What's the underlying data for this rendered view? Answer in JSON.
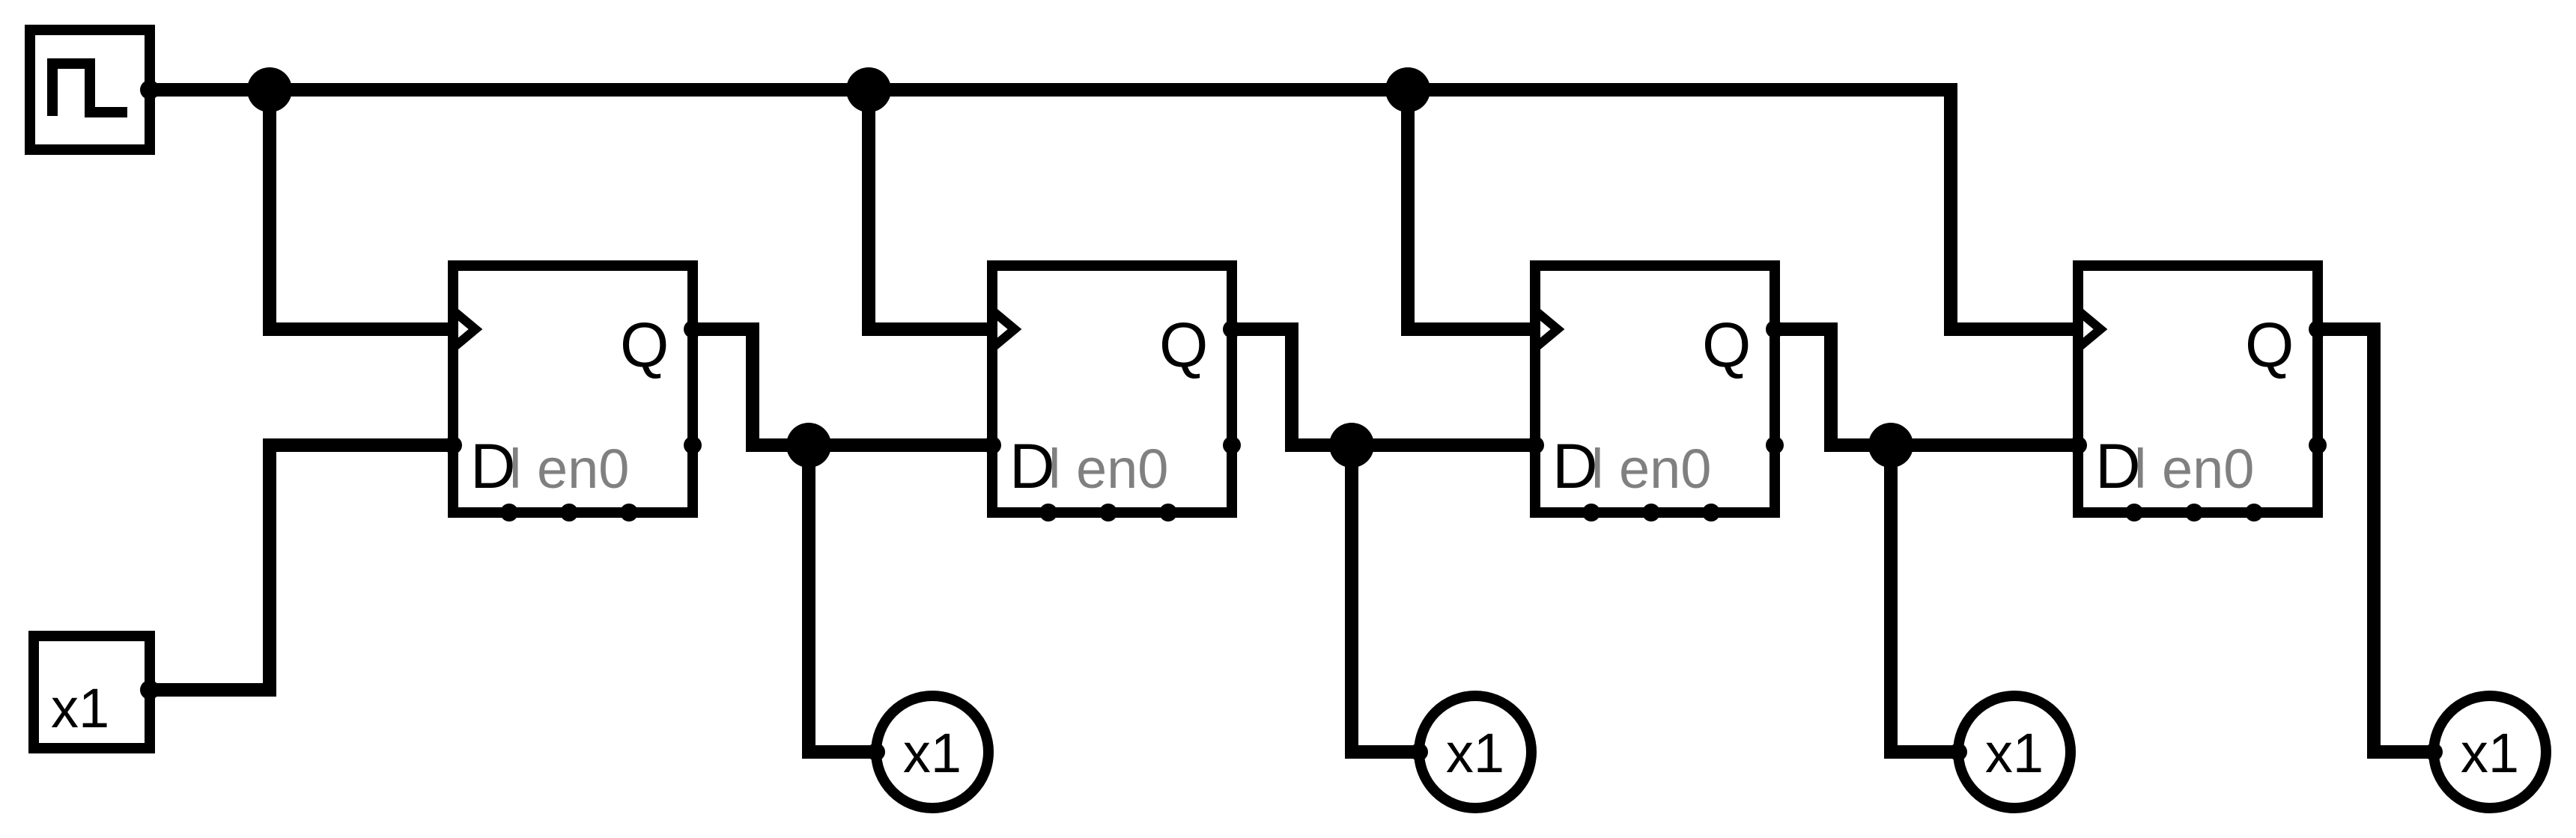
{
  "diagram": {
    "clock_source": {
      "icon": "square-wave-icon"
    },
    "input": {
      "label": "x1"
    },
    "flipflops": [
      {
        "q_label": "Q",
        "d_label": "D",
        "extra_label": "l en0"
      },
      {
        "q_label": "Q",
        "d_label": "D",
        "extra_label": "l en0"
      },
      {
        "q_label": "Q",
        "d_label": "D",
        "extra_label": "l en0"
      },
      {
        "q_label": "Q",
        "d_label": "D",
        "extra_label": "l en0"
      }
    ],
    "outputs": [
      {
        "label": "x1"
      },
      {
        "label": "x1"
      },
      {
        "label": "x1"
      },
      {
        "label": "x1"
      }
    ],
    "colors": {
      "wire": "#000000",
      "secondary_label": "#808080",
      "background": "#ffffff"
    }
  }
}
